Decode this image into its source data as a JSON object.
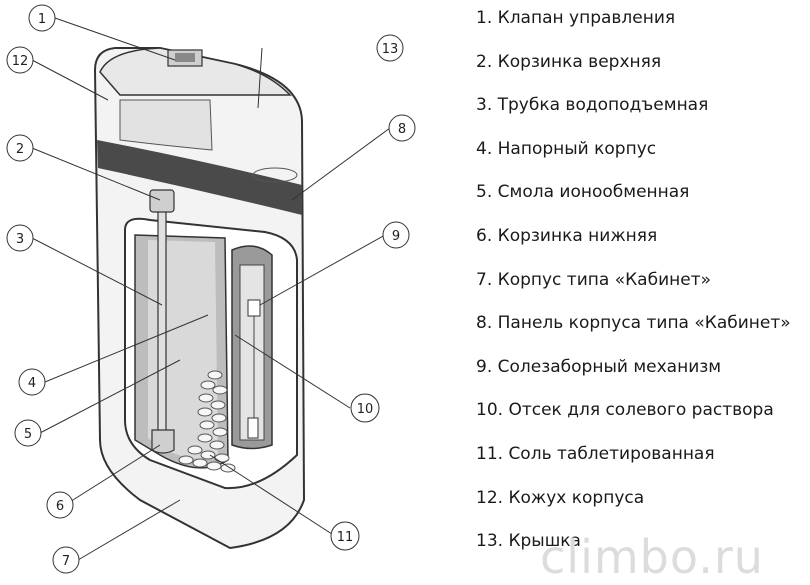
{
  "callouts": [
    "1",
    "2",
    "3",
    "4",
    "5",
    "6",
    "7",
    "8",
    "9",
    "10",
    "11",
    "12",
    "13"
  ],
  "legend": [
    "1. Клапан управления",
    "2. Корзинка верхняя",
    "3. Трубка водоподъемная",
    "4. Напорный корпус",
    "5. Смола ионообменная",
    "6. Корзинка нижняя",
    "7. Корпус типа «Кабинет»",
    "8. Панель корпуса типа «Кабинет»",
    "9. Солезаборный механизм",
    "10. Отсек для солевого раствора",
    "11. Соль таблетированная",
    "12. Кожух корпуса",
    "13. Крышка"
  ],
  "watermark": "climbo.ru"
}
